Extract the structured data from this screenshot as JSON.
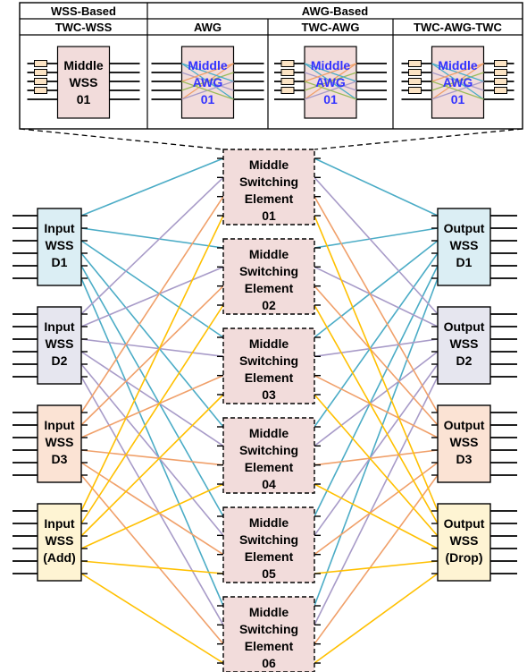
{
  "header": {
    "groups": [
      {
        "label": "WSS-Based"
      },
      {
        "label": "AWG-Based"
      }
    ],
    "types": [
      {
        "label": "TWC-WSS",
        "mode": "wss",
        "box": [
          "Middle",
          "WSS",
          "01"
        ]
      },
      {
        "label": "AWG",
        "mode": "awg",
        "twc": false,
        "box": [
          "Middle",
          "AWG",
          "01"
        ]
      },
      {
        "label": "TWC-AWG",
        "mode": "awg",
        "twc": "in",
        "box": [
          "Middle",
          "AWG",
          "01"
        ]
      },
      {
        "label": "TWC-AWG-TWC",
        "mode": "awg",
        "twc": "both",
        "box": [
          "Middle",
          "AWG",
          "01"
        ]
      }
    ]
  },
  "middles": [
    {
      "lines": [
        "Middle",
        "Switching",
        "Element",
        "01"
      ]
    },
    {
      "lines": [
        "Middle",
        "Switching",
        "Element",
        "02"
      ]
    },
    {
      "lines": [
        "Middle",
        "Switching",
        "Element",
        "03"
      ]
    },
    {
      "lines": [
        "Middle",
        "Switching",
        "Element",
        "04"
      ]
    },
    {
      "lines": [
        "Middle",
        "Switching",
        "Element",
        "05"
      ]
    },
    {
      "lines": [
        "Middle",
        "Switching",
        "Element",
        "06"
      ]
    }
  ],
  "inputs": [
    {
      "lines": [
        "Input",
        "WSS",
        "D1"
      ],
      "fill": "#dbeef4",
      "link": "#4bacc6"
    },
    {
      "lines": [
        "Input",
        "WSS",
        "D2"
      ],
      "fill": "#e6e6ef",
      "link": "#a89bc8"
    },
    {
      "lines": [
        "Input",
        "WSS",
        "D3"
      ],
      "fill": "#fbe3d4",
      "link": "#f0a06a"
    },
    {
      "lines": [
        "Input",
        "WSS",
        "(Add)"
      ],
      "fill": "#fef4d3",
      "link": "#ffc000"
    }
  ],
  "outputs": [
    {
      "lines": [
        "Output",
        "WSS",
        "D1"
      ],
      "fill": "#dbeef4",
      "link": "#4bacc6"
    },
    {
      "lines": [
        "Output",
        "WSS",
        "D2"
      ],
      "fill": "#e6e6ef",
      "link": "#a89bc8"
    },
    {
      "lines": [
        "Output",
        "WSS",
        "D3"
      ],
      "fill": "#fbe3d4",
      "link": "#f0a06a"
    },
    {
      "lines": [
        "Output",
        "WSS",
        "(Drop)"
      ],
      "fill": "#fef4d3",
      "link": "#ffc000"
    }
  ],
  "colors": {
    "middle_fill": "#f2dcdb",
    "awg_label": "#3333ff",
    "awg_cross": [
      "#4bacc6",
      "#f0a06a",
      "#a89bc8",
      "#9bbb59"
    ],
    "twc_fill": "#fbe3c4"
  }
}
